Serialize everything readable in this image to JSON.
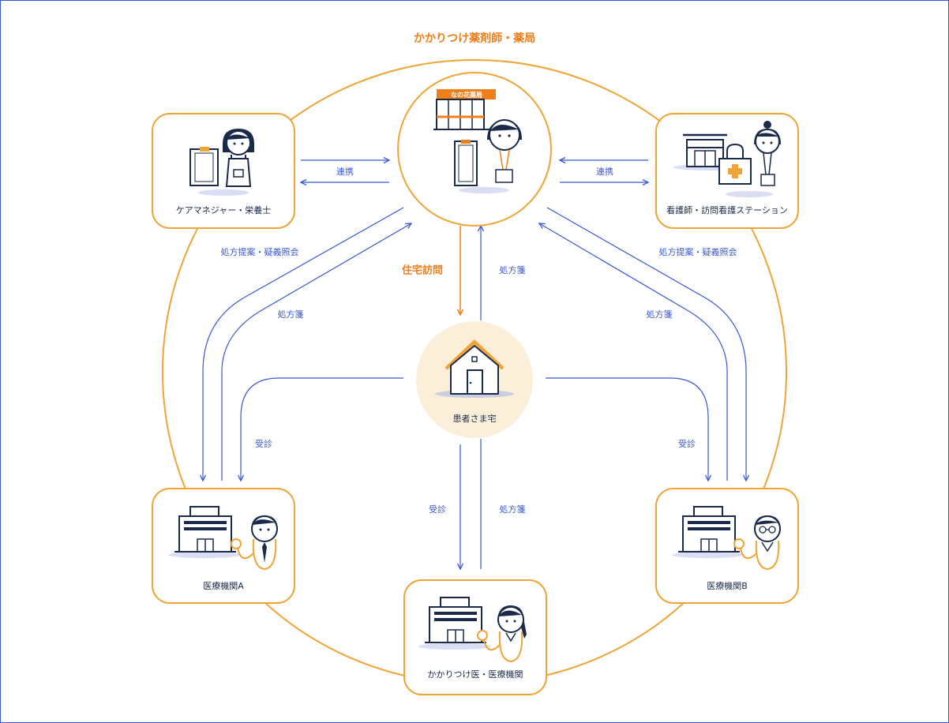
{
  "title": "かかりつけ薬剤師・薬局",
  "pharmacy_sign": "なの花薬局",
  "nodes": {
    "care_manager": "ケアマネジャー・栄養士",
    "nursing_station": "看護師・訪問看護ステーション",
    "patient_home": "患者さま宅",
    "hospital_a": "医療機関A",
    "hospital_b": "医療機関B",
    "family_doctor": "かかりつけ医・医療機関"
  },
  "edges": {
    "collab_left": "連携",
    "collab_right": "連携",
    "home_visit": "住宅訪問",
    "rx_home_to_pharmacy": "処方箋",
    "proposal_left": "処方提案・疑義照会",
    "proposal_right": "処方提案・疑義照会",
    "rx_a": "処方箋",
    "rx_b": "処方箋",
    "visit_a": "受診",
    "visit_b": "受診",
    "visit_family": "受診",
    "rx_family": "処方箋"
  },
  "colors": {
    "accent_orange": "#ef7f1a",
    "ring_orange": "#f0a436",
    "arrow_blue": "#3b57d6",
    "navy": "#1b2a4a",
    "home_bg": "#fcefd9",
    "shadow": "#d9def5"
  }
}
